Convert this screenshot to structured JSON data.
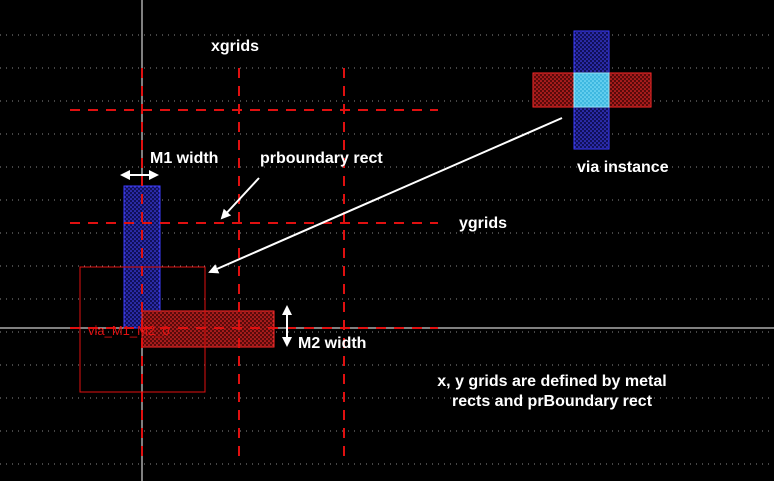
{
  "labels": {
    "xgrids": "xgrids",
    "ygrids": "ygrids",
    "m1_width": "M1 width",
    "m2_width": "M2 width",
    "prboundary_rect": "prboundary rect",
    "via_instance": "via instance",
    "via_cell_name": "via_M1_M2_0",
    "note_line1": "x, y grids are defined by metal",
    "note_line2": "rects and prBoundary rect"
  },
  "colors": {
    "background": "#000000",
    "grid_dash": "#e01010",
    "metal1_fill": "#1a1a8c",
    "metal1_stroke": "#3c3cff",
    "metal2_fill": "#7a1010",
    "metal2_stroke": "#ff2a2a",
    "via_cut": "#5ad2f0",
    "boundary": "#e01010",
    "dots": "#9a9a9a",
    "arrow": "#ffffff"
  }
}
